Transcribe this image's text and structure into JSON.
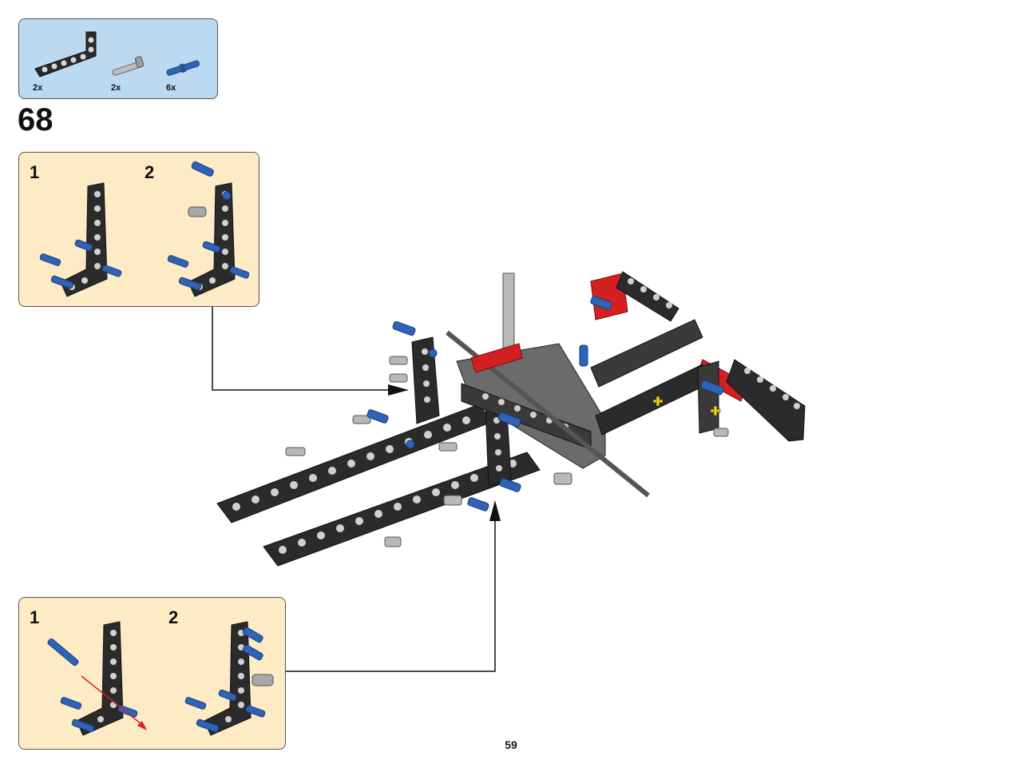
{
  "parts_list": {
    "items": [
      {
        "icon": "l-beam-icon",
        "quantity": "2x"
      },
      {
        "icon": "axle-pin-icon",
        "quantity": "2x"
      },
      {
        "icon": "blue-pin-icon",
        "quantity": "6x"
      }
    ]
  },
  "step": {
    "number": "68"
  },
  "sub_assembly_top": {
    "step1": "1",
    "step2": "2"
  },
  "sub_assembly_bottom": {
    "step1": "1",
    "step2": "2"
  },
  "page": {
    "number": "59"
  },
  "colors": {
    "parts_bg": "#bcd9f2",
    "sub_bg": "#fdebc6",
    "beam": "#2b2b2b",
    "blue_pin": "#2f63b8",
    "red_part": "#d42020",
    "grey_part": "#b8b8b8"
  }
}
